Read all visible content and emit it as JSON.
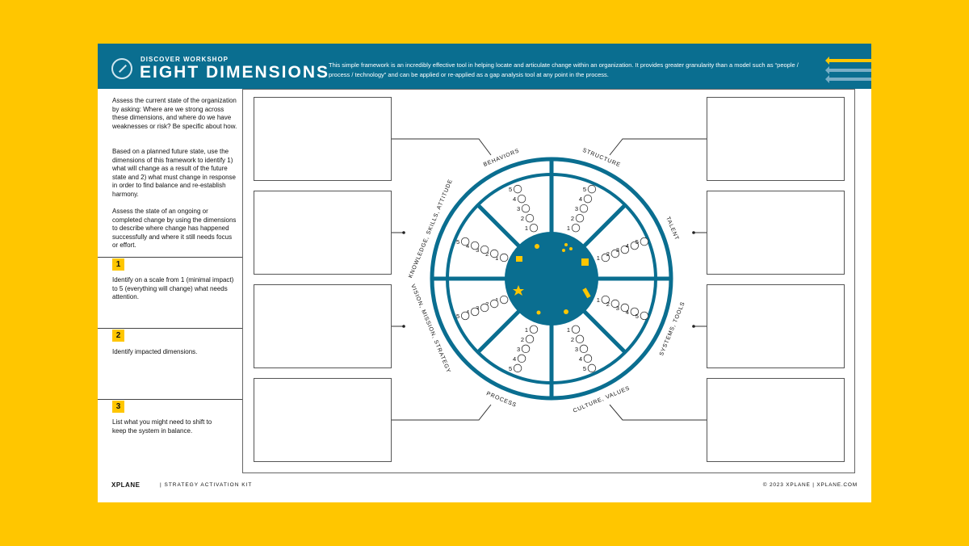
{
  "header": {
    "kicker": "DISCOVER WORKSHOP",
    "title": "EIGHT DIMENSIONS",
    "intro": "This simple framework is an incredibly effective tool in helping locate and articulate change within an organization. It provides greater granularity than a model such as “people / process / technology” and can be applied or re-applied as a gap analysis tool at any point in the process."
  },
  "sidebar": {
    "para1": "Assess the current state of the organization by asking: Where are we strong across these dimensions, and where do we have weaknesses or risk? Be specific about how.",
    "para2": "Based on a planned future state, use the dimensions of this framework to identify 1) what will change as a result of the future state and 2) what must change in response in order to find balance and re-establish harmony.",
    "para3": "Assess the state of an ongoing or completed change by using the dimensions to describe where change has happened successfully and where it still needs focus or effort.",
    "steps": [
      {
        "num": "1",
        "text": "Identify on a scale from 1 (minimal impact) to 5 (everything will change) what needs attention."
      },
      {
        "num": "2",
        "text": "Identify impacted dimensions."
      },
      {
        "num": "3",
        "text": "List what you might need to shift to keep the system in balance."
      }
    ]
  },
  "dimensions": [
    {
      "label": "BEHAVIORS"
    },
    {
      "label": "STRUCTURE"
    },
    {
      "label": "TALENT"
    },
    {
      "label": "SYSTEMS, TOOLS"
    },
    {
      "label": "CULTURE, VALUES"
    },
    {
      "label": "PROCESS"
    },
    {
      "label": "VISION, MISSION, STRATEGY"
    },
    {
      "label": "KNOWLEDGE, SKILLS, ATTITUDE"
    }
  ],
  "scale": [
    "1",
    "2",
    "3",
    "4",
    "5"
  ],
  "footer": {
    "brand": "XPLANE",
    "kit": "|   STRATEGY ACTIVATION KIT",
    "copyright": "© 2023 XPLANE   |   XPLANE.COM"
  },
  "colors": {
    "teal": "#0a6e90",
    "yellow": "#ffc600"
  }
}
